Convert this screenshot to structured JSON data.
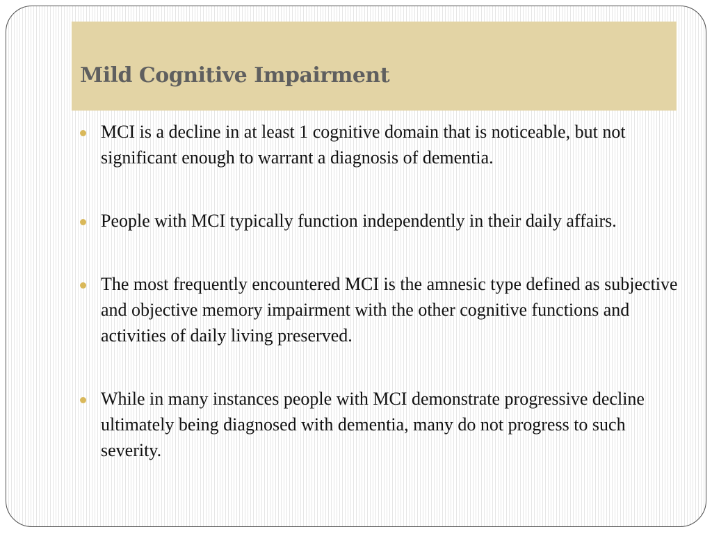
{
  "slide": {
    "title": "Mild Cognitive Impairment",
    "bullets": [
      "MCI is a decline in at least 1 cognitive domain that is noticeable, but not significant enough to warrant a diagnosis of dementia.",
      "People with MCI typically function independently in their daily affairs.",
      "The most frequently encountered MCI is the amnesic type defined as subjective and objective memory impairment with the other cognitive functions and activities of daily living preserved.",
      "While in many instances people with MCI demonstrate progressive decline ultimately being diagnosed with dementia, many do not progress to such severity."
    ]
  },
  "colors": {
    "title_bar": "#e3d4a5",
    "title_text": "#5f5f5f",
    "bullet_marker": "#d9b85a",
    "body_text": "#111111"
  }
}
